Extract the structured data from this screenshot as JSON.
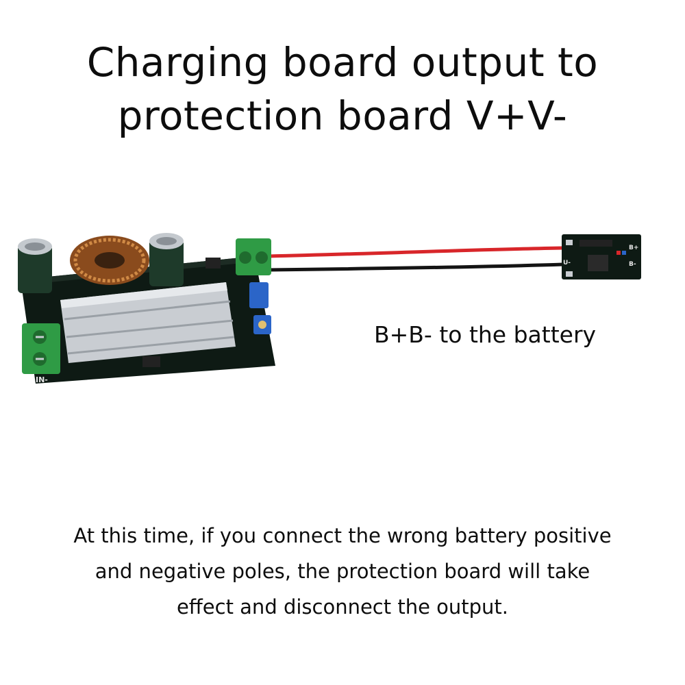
{
  "title": {
    "line1": "Charging board output to",
    "line2": "protection board V+V-"
  },
  "battery_label": "B+B- to the battery",
  "note": {
    "line1": "At this time, if you connect the wrong battery positive",
    "line2": "and negative poles, the protection board will take",
    "line3": "effect and disconnect the output."
  },
  "board_marks": {
    "input_negative": "IN-",
    "output_negative": "U-",
    "battery_positive": "B+",
    "battery_negative": "B-"
  },
  "colors": {
    "pcb": "#0e1a14",
    "terminal": "#2f9b45",
    "heatsink": "#c9cdd2",
    "coil": "#b06a2c",
    "potentiometer": "#2b65c8",
    "wire_red": "#d8262a",
    "wire_black": "#141414"
  }
}
